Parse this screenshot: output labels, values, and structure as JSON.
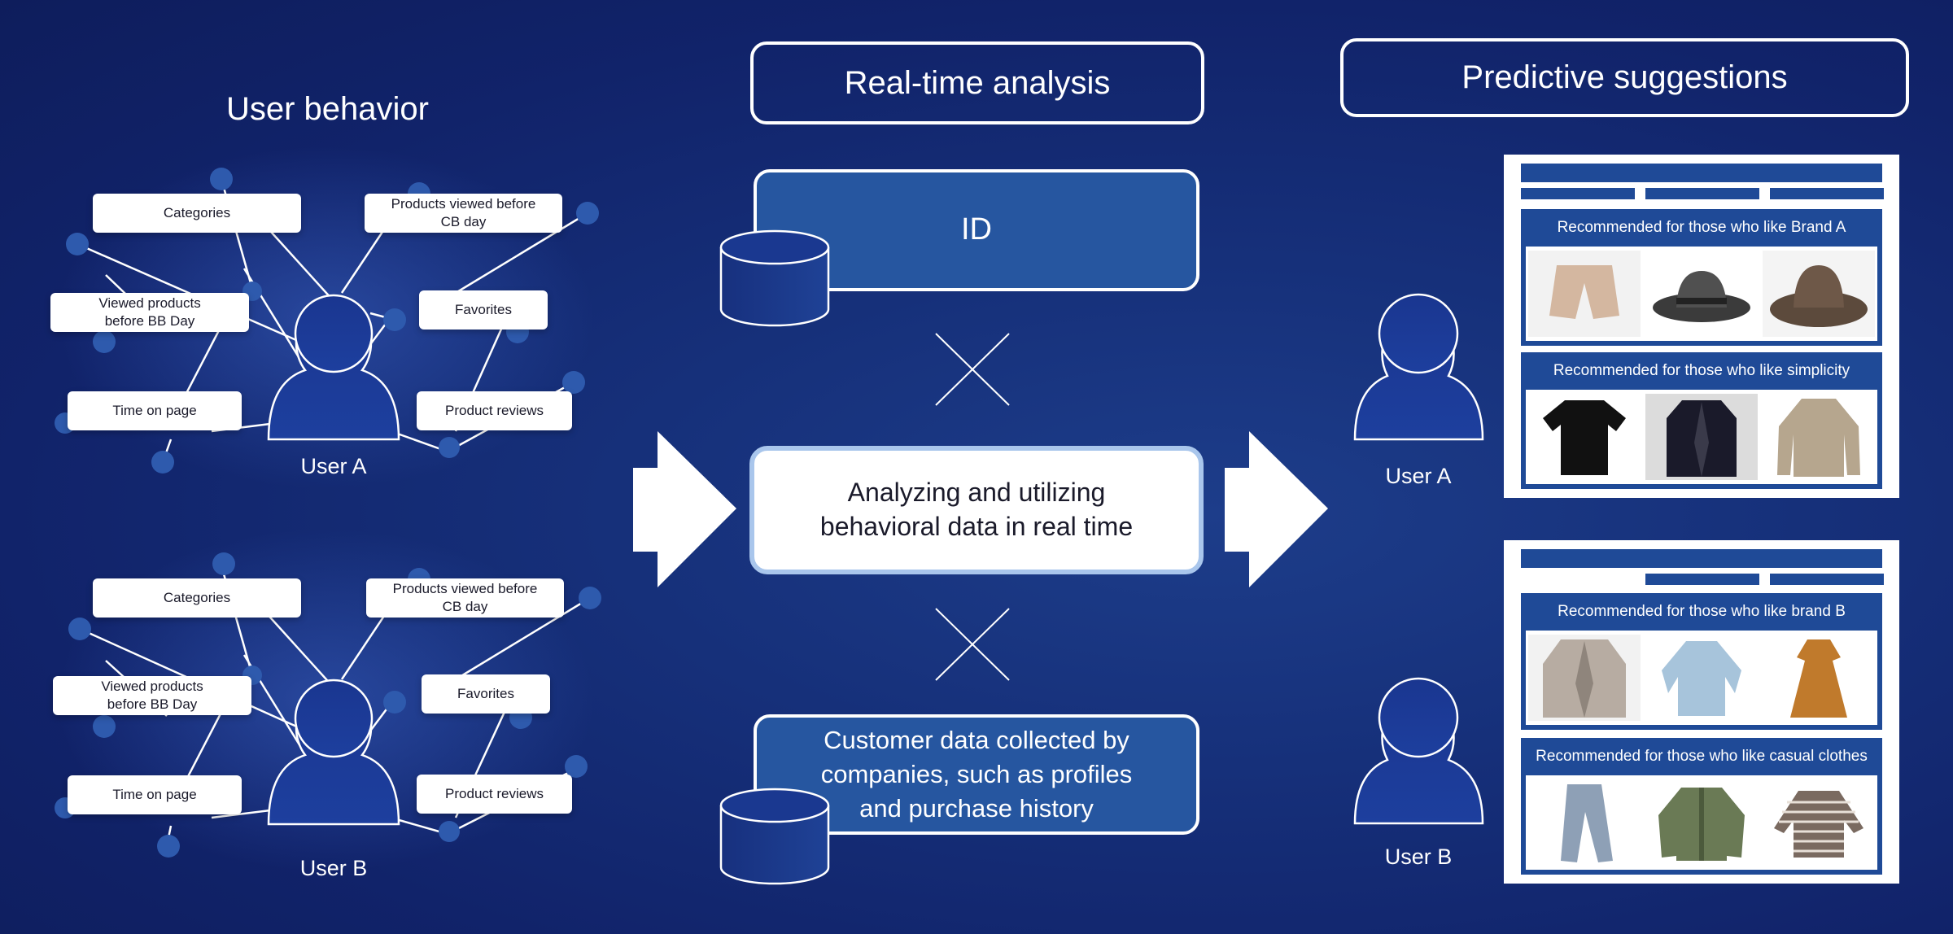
{
  "user_behavior": {
    "heading": "User behavior",
    "groups": [
      {
        "user_label": "User A",
        "chips": {
          "categories": "Categories",
          "products_viewed_cb": "Products viewed before\nCB day",
          "viewed_products_bb": "Viewed products\nbefore BB Day",
          "favorites": "Favorites",
          "time_on_page": "Time on page",
          "product_reviews": "Product reviews"
        }
      },
      {
        "user_label": "User B",
        "chips": {
          "categories": "Categories",
          "products_viewed_cb": "Products viewed before\nCB day",
          "viewed_products_bb": "Viewed products\nbefore BB Day",
          "favorites": "Favorites",
          "time_on_page": "Time on page",
          "product_reviews": "Product reviews"
        }
      }
    ]
  },
  "realtime": {
    "heading": "Real-time analysis",
    "id_label": "ID",
    "center_text": "Analyzing and utilizing\nbehavioral data in real time",
    "customer_data": "Customer data collected by\ncompanies, such as profiles\nand purchase history"
  },
  "predictive": {
    "heading": "Predictive suggestions",
    "users": [
      {
        "label": "User A",
        "recommendations": [
          {
            "title": "Recommended for those who like Brand A",
            "items": [
              "shorts-photo",
              "gray-fedora-photo",
              "brown-hat-photo"
            ]
          },
          {
            "title": "Recommended for those who like simplicity",
            "items": [
              "black-tshirt-photo",
              "dark-jacket-photo",
              "beige-cardigan-photo"
            ]
          }
        ]
      },
      {
        "label": "User B",
        "recommendations": [
          {
            "title": "Recommended for those who like brand B",
            "items": [
              "gray-blazer-photo",
              "blue-shirt-photo",
              "orange-dress-photo"
            ]
          },
          {
            "title": "Recommended for those who like casual clothes",
            "items": [
              "jeans-photo",
              "bomber-jacket-photo",
              "striped-top-photo"
            ]
          }
        ]
      }
    ]
  },
  "colors": {
    "background": "#14296f",
    "box_blue": "#2656a0",
    "accent_border": "#a9c6ec",
    "node_blue": "#2e5aad"
  }
}
